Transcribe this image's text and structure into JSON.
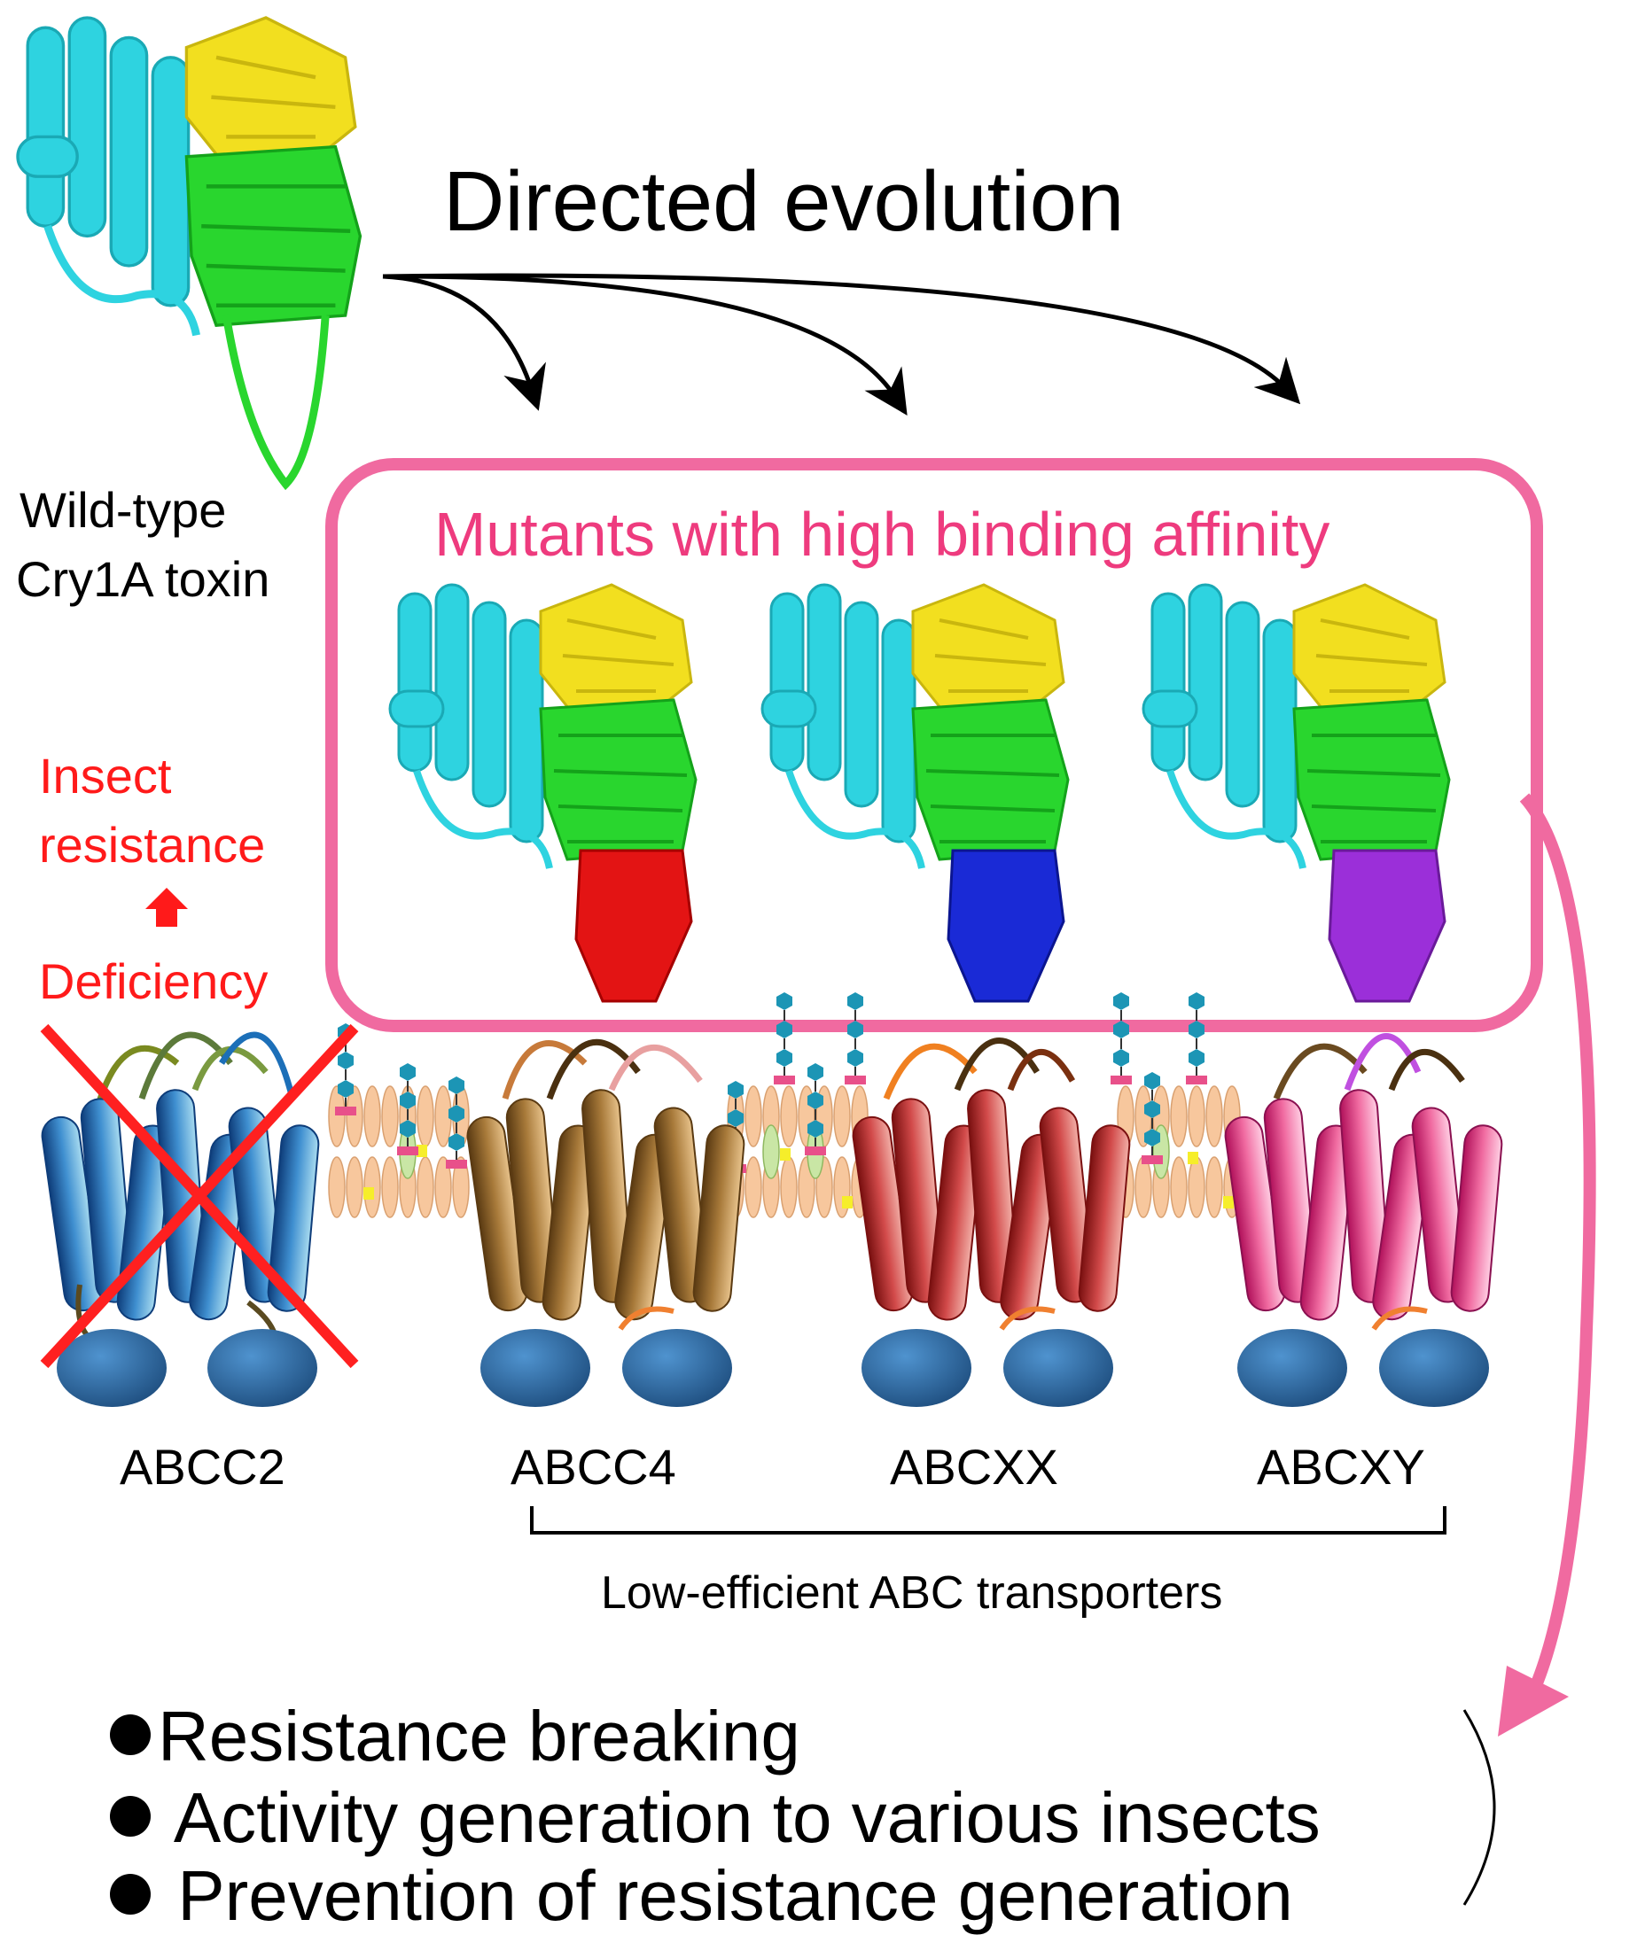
{
  "title": "Directed evolution",
  "wild_type_label": [
    "Wild-type",
    "Cry1A toxin"
  ],
  "mutants_label": "Mutants with high binding affinity",
  "side_label": {
    "line1": "Insect",
    "line2": "resistance",
    "line3": "Deficiency"
  },
  "transporters": [
    "ABCC2",
    "ABCC4",
    "ABCXX",
    "ABCXY"
  ],
  "bracket_label": "Low-efficient ABC transporters",
  "outcomes": [
    "Resistance breaking",
    "Activity generation to various insects",
    "Prevention of resistance generation"
  ],
  "colors": {
    "title_text": "#000000",
    "mutants_text": "#ee3b7e",
    "highlight_box": "#f06aa0",
    "resistance_text": "#ff1a1a",
    "toxin_domain1": "#2ed3e0",
    "toxin_domain2": "#29d62e",
    "toxin_domain3": "#f2df1f",
    "mutant_loop_1": "#e31414",
    "mutant_loop_2": "#1a2ad6",
    "mutant_loop_3": "#9b2fd9",
    "nbd": "#2f6ea8",
    "lipid": "#f7c79d"
  },
  "icons": [
    "protein-structure-icon",
    "abc-transporter-icon",
    "membrane-bilayer-icon",
    "glycan-icon",
    "cross-mark-icon",
    "arrow-up-icon"
  ]
}
